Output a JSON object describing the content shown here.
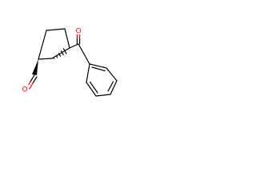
{
  "molecule": {
    "atoms": [
      {
        "id": "ketone-oxygen",
        "element": "O",
        "label": "O"
      },
      {
        "id": "aldehyde-oxygen",
        "element": "O",
        "label": "O"
      }
    ],
    "colors": {
      "bond": "#000000",
      "oxygen": "#ff0000",
      "background": "#ffffff"
    },
    "stereo": {
      "ring-to-side-chain": "hashed-wedge",
      "ring-to-aldehyde": "solid-wedge"
    }
  }
}
